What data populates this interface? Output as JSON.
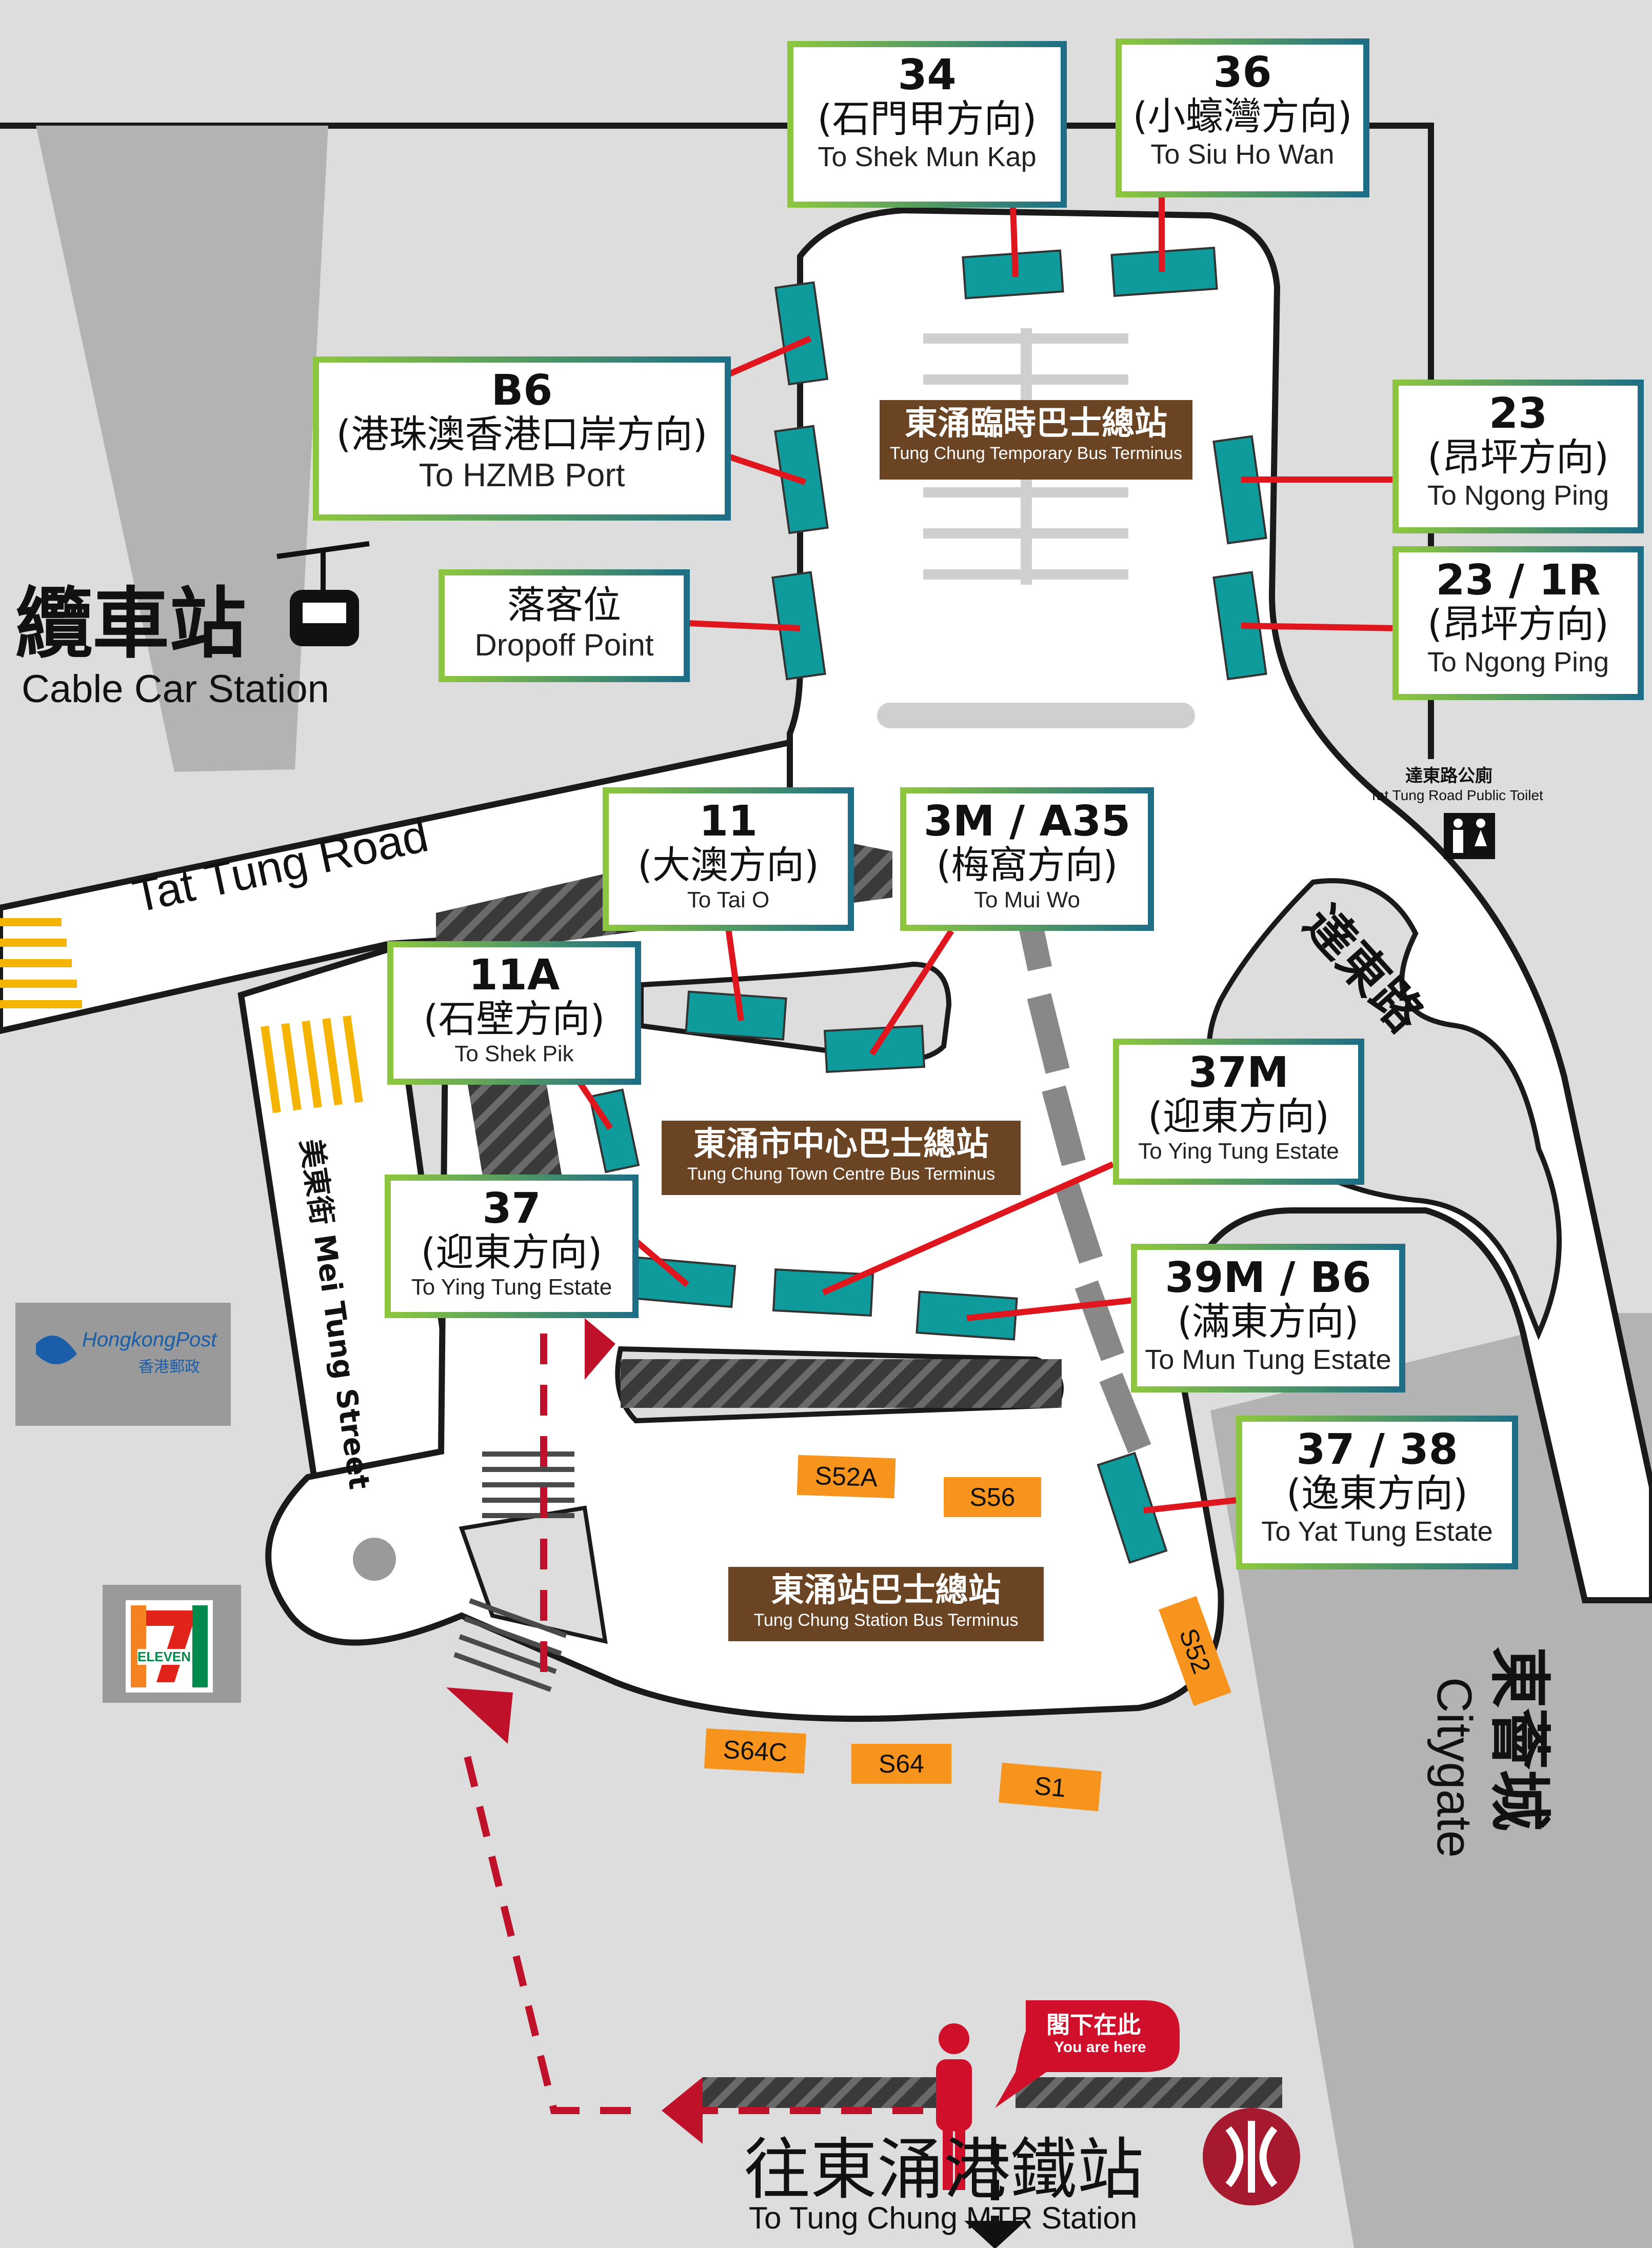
{
  "signs": {
    "s34": {
      "num": "34",
      "zh": "(石門甲方向)",
      "en": "To Shek Mun Kap"
    },
    "s36": {
      "num": "36",
      "zh": "(小蠔灣方向)",
      "en": "To Siu Ho Wan"
    },
    "b6": {
      "num": "B6",
      "zh": "(港珠澳香港口岸方向)",
      "en": "To HZMB Port"
    },
    "dropoff": {
      "zh": "落客位",
      "en": "Dropoff Point"
    },
    "s23": {
      "num": "23",
      "zh": "(昂坪方向)",
      "en": "To Ngong Ping"
    },
    "s23_1r": {
      "num": "23 / 1R",
      "zh": "(昂坪方向)",
      "en": "To Ngong Ping"
    },
    "s11": {
      "num": "11",
      "zh": "(大澳方向)",
      "en": "To Tai O"
    },
    "s3m": {
      "num": "3M / A35",
      "zh": "(梅窩方向)",
      "en": "To Mui Wo"
    },
    "s11a": {
      "num": "11A",
      "zh": "(石壁方向)",
      "en": "To Shek Pik"
    },
    "s37m": {
      "num": "37M",
      "zh": "(迎東方向)",
      "en": "To Ying Tung Estate"
    },
    "s37": {
      "num": "37",
      "zh": "(迎東方向)",
      "en": "To Ying Tung Estate"
    },
    "s39m": {
      "num": "39M / B6",
      "zh": "(滿東方向)",
      "en": "To Mun Tung Estate"
    },
    "s3738": {
      "num": "37 / 38",
      "zh": "(逸東方向)",
      "en": "To Yat Tung Estate"
    }
  },
  "terminals": {
    "temp": {
      "zh": "東涌臨時巴士總站",
      "en": "Tung Chung Temporary Bus Terminus"
    },
    "town": {
      "zh": "東涌市中心巴士總站",
      "en": "Tung Chung Town Centre Bus Terminus"
    },
    "station": {
      "zh": "東涌站巴士總站",
      "en": "Tung Chung Station Bus Terminus"
    }
  },
  "stops": [
    "S52A",
    "S56",
    "S52",
    "S64C",
    "S64",
    "S1"
  ],
  "places": {
    "cable_zh": "纜車站",
    "cable_en": "Cable Car Station",
    "road_en": "Tat Tung Road",
    "road_zh": "達東路",
    "street": "美東街 Mei Tung Street",
    "toilet_zh": "達東路公廁",
    "toilet_en": "Tat Tung Road Public Toilet",
    "citygate_zh": "東薈城",
    "citygate_en": "Citygate",
    "post_en": "HongkongPost",
    "post_zh": "香港郵政",
    "seven": "ELEVEN",
    "here_zh": "閣下在此",
    "here_en": "You are here",
    "mtr_zh": "往東涌港鐵站",
    "mtr_en": "To Tung Chung MTR Station"
  },
  "colors": {
    "bay": "#0f9b9b",
    "terminus": "#6b4423",
    "stop": "#f7941d",
    "route_line": "#e0161e",
    "sign_border_blue": "#1e6f86",
    "sign_border_green": "#8cc63f",
    "ground": "#dddddd"
  }
}
